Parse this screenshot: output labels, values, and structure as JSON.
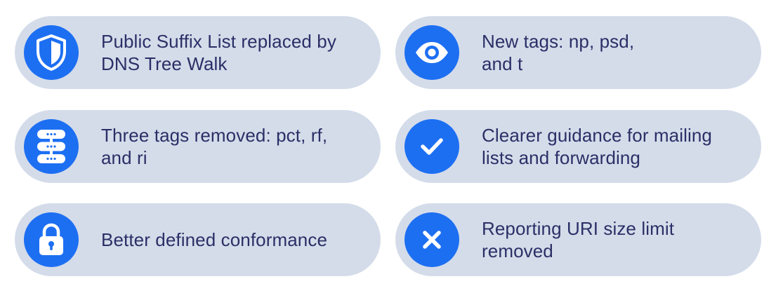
{
  "colors": {
    "card_background": "#d4dcea",
    "icon_badge": "#1d6ff2",
    "text": "#2b2f66"
  },
  "features": [
    {
      "icon": "shield-icon",
      "text": "Public Suffix List replaced by\nDNS Tree Walk"
    },
    {
      "icon": "eye-icon",
      "text": "New tags: np, psd,\nand t"
    },
    {
      "icon": "server-stack-icon",
      "text": "Three tags removed: pct, rf,\nand ri"
    },
    {
      "icon": "checkmark-icon",
      "text": "Clearer guidance for mailing\nlists and forwarding"
    },
    {
      "icon": "padlock-icon",
      "text": "Better defined conformance"
    },
    {
      "icon": "close-x-icon",
      "text": "Reporting URI size limit\nremoved"
    }
  ]
}
